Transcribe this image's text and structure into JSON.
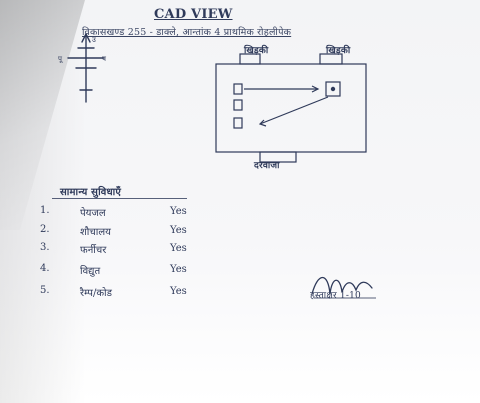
{
  "document": {
    "title": "CAD VIEW",
    "subtitle": "विकासखण्ड 255 - डाक्ले, आन्तांक 4 प्राथमिक रोहलीपेक",
    "room_labels": {
      "top_left": "खिड़की",
      "top_right": "खिड़की",
      "bottom": "दरवाजा"
    },
    "list_heading": "सामान्य सुविधाएँ",
    "facilities": [
      {
        "num": "1.",
        "item": "पेयजल",
        "value": "Yes"
      },
      {
        "num": "2.",
        "item": "शौचालय",
        "value": "Yes"
      },
      {
        "num": "3.",
        "item": "फर्नीचर",
        "value": "Yes"
      },
      {
        "num": "4.",
        "item": "विद्युत",
        "value": "Yes"
      },
      {
        "num": "5.",
        "item": "रैम्प/कोड",
        "value": "Yes"
      }
    ],
    "signature_note": "हस्ताक्षर 1-10"
  },
  "colors": {
    "ink": "#2f3a5a",
    "paper": "#ffffff",
    "shadow": "#000000"
  },
  "icons": {
    "compass": "compass-rose-icon"
  }
}
